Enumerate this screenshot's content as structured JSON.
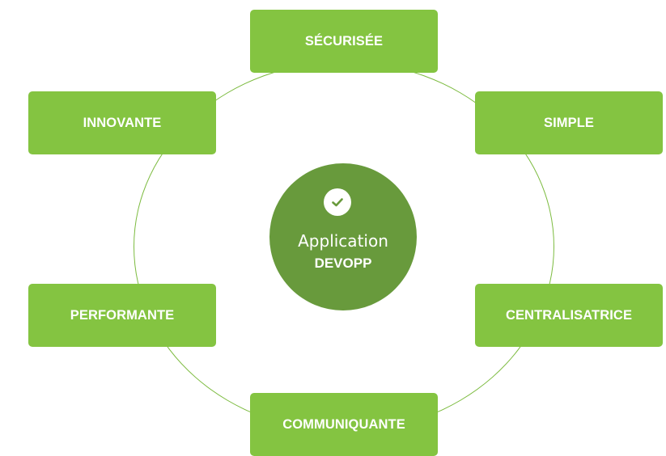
{
  "center": {
    "line1": "Application",
    "line2": "DEVOPP",
    "icon": "check-circle-icon"
  },
  "nodes": {
    "securisee": "SÉCURISÉE",
    "simple": "SIMPLE",
    "centralisatrice": "CENTRALISATRICE",
    "communiquante": "COMMUNIQUANTE",
    "performante": "PERFORMANTE",
    "innovante": "INNOVANTE"
  },
  "colors": {
    "node_fill": "#84c441",
    "center_fill": "#689a3c",
    "ring_stroke": "#7cbb3f",
    "text": "#ffffff"
  }
}
